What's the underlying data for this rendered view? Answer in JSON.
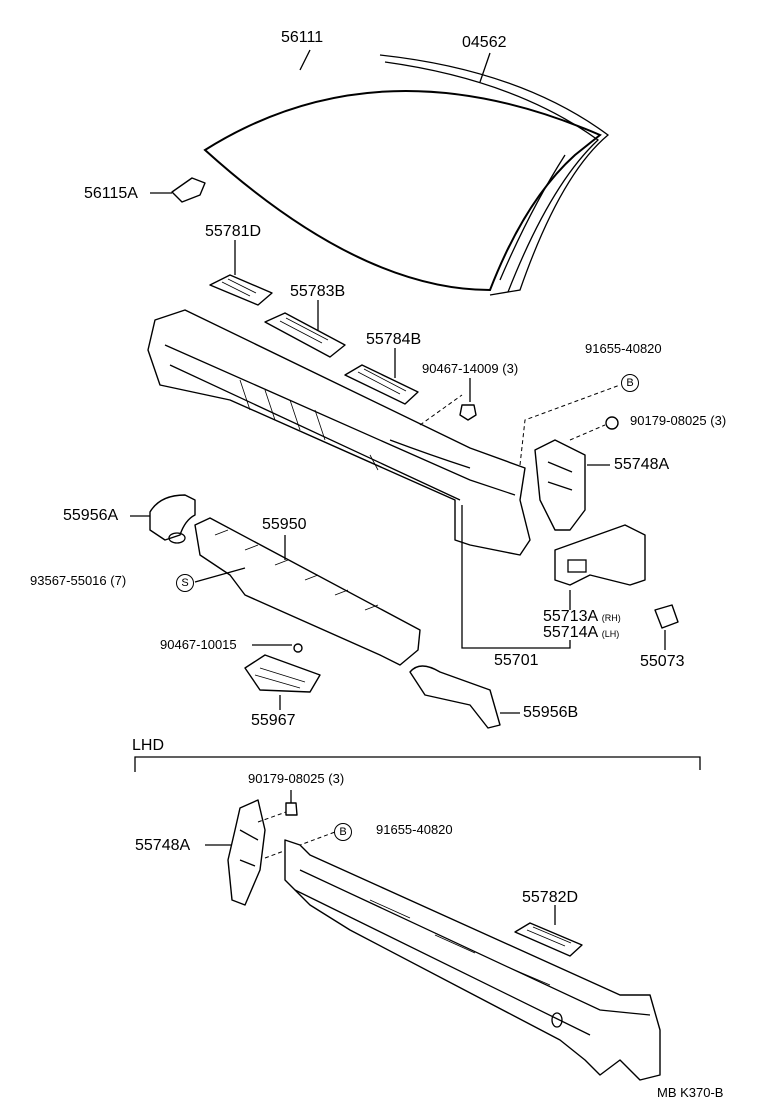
{
  "labels": {
    "p56111": "56111",
    "p04562": "04562",
    "p56115A": "56115A",
    "p55781D": "55781D",
    "p55783B": "55783B",
    "p55784B": "55784B",
    "p90467_14009": "90467-14009",
    "p90467_14009_qty": "(3)",
    "p91655_40820_top": "91655-40820",
    "p90179_08025_top": "90179-08025",
    "p90179_08025_top_qty": "(3)",
    "p55748A_top": "55748A",
    "p55956A": "55956A",
    "p55950": "55950",
    "p93567_55016": "93567-55016",
    "p93567_55016_qty": "(7)",
    "p90467_10015": "90467-10015",
    "p55967": "55967",
    "p55713A": "55713A",
    "p55713A_side": "(RH)",
    "p55714A": "55714A",
    "p55714A_side": "(LH)",
    "p55701": "55701",
    "p55073": "55073",
    "p55956B": "55956B",
    "lhd": "LHD",
    "p90179_08025_lhd": "90179-08025",
    "p90179_08025_lhd_qty": "(3)",
    "p55748A_lhd": "55748A",
    "p91655_40820_lhd": "91655-40820",
    "p55782D": "55782D",
    "footer": "MB  K370-B"
  },
  "symbols": {
    "bolt_b": "B",
    "screw_s": "S"
  }
}
